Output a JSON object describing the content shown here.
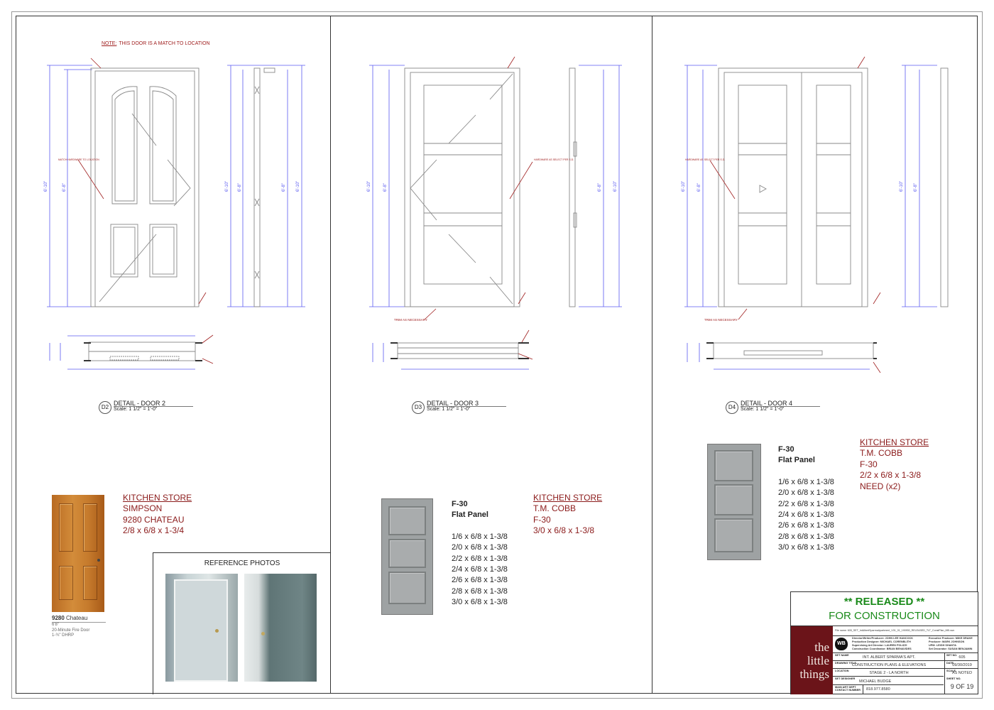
{
  "sheet": {
    "note_label": "NOTE:",
    "note_text": "THIS DOOR IS A MATCH TO LOCATION"
  },
  "details": [
    {
      "id": "D2",
      "title": "DETAIL - DOOR 2",
      "scale": "Scale: 1 1/2\" = 1'-0\"",
      "dim_overall": "6'-10\"",
      "dim_door": "6'-8\"",
      "callout": "MATCH HARDWARE TO LOCATION"
    },
    {
      "id": "D3",
      "title": "DETAIL - DOOR 3",
      "scale": "Scale: 1 1/2\" = 1'-0\"",
      "dim_overall": "6'-10\"",
      "dim_door": "6'-8\"",
      "callout": "HARDWARE AS SELECT PER S.D.",
      "trim_note": "TRIM AS NECESSARY"
    },
    {
      "id": "D4",
      "title": "DETAIL - DOOR 4",
      "scale": "Scale: 1 1/2\" = 1'-0\"",
      "dim_overall": "6'-10\"",
      "dim_door": "6'-8\"",
      "callout": "HARDWARE AS SELECT PER S.D.",
      "trim_note": "TRIM AS NECESSARY"
    }
  ],
  "door2_photo": {
    "model": "9280",
    "name": "Chateau",
    "lines": [
      "6'8\"",
      "20-Minute Fire Door",
      "1-¾\" DHRP"
    ]
  },
  "door2_store": {
    "header": "KITCHEN STORE",
    "lines": [
      "SIMPSON",
      "9280 CHATEAU",
      "2/8 x 6/8 x 1-3/4"
    ]
  },
  "reference_photos": {
    "title": "REFERENCE PHOTOS"
  },
  "door3_spec": {
    "model": "F-30",
    "type": "Flat Panel",
    "sizes": [
      "1/6 x 6/8 x 1-3/8",
      "2/0 x 6/8 x 1-3/8",
      "2/2 x 6/8 x 1-3/8",
      "2/4 x 6/8 x 1-3/8",
      "2/6 x 6/8 x 1-3/8",
      "2/8 x 6/8 x 1-3/8",
      "3/0 x 6/8 x 1-3/8"
    ]
  },
  "door3_store": {
    "header": "KITCHEN STORE",
    "lines": [
      "T.M. COBB",
      "F-30",
      "3/0 x 6/8 x 1-3/8"
    ]
  },
  "door4_spec": {
    "model": "F-30",
    "type": "Flat Panel",
    "sizes": [
      "1/6 x 6/8 x 1-3/8",
      "2/0 x 6/8 x 1-3/8",
      "2/2 x 6/8 x 1-3/8",
      "2/4 x 6/8 x 1-3/8",
      "2/6 x 6/8 x 1-3/8",
      "2/8 x 6/8 x 1-3/8",
      "3/0 x 6/8 x 1-3/8"
    ]
  },
  "door4_store": {
    "header": "KITCHEN STORE",
    "lines": [
      "T.M. COBB",
      "F-30",
      "2/2 x 6/8 x 1-3/8",
      "NEED (x2)"
    ]
  },
  "title_block": {
    "status_line1": "**  RELEASED  **",
    "status_line2": "FOR CONSTRUCTION",
    "logo_text": [
      "the",
      "little",
      "things"
    ],
    "studio_logo": "WB",
    "file_name": "File name: 605_SET_IntAlbertSparmaApartment_V01_01_190930_RELEASED_TLT_ConstPlan_MB.vwx",
    "credits_left": [
      "Director/Writer/Producer: JOHN LEE HANCOCK",
      "Production Designer: MICHAEL CORENBLITH",
      "Supervising Art Director: LAUREN POLIZZI",
      "Construction Coordinator: BRIAN BENAVIDES"
    ],
    "credits_right": [
      "Executive Producer: MIKE DRAKE",
      "Producer: MARK JOHNSON",
      "UPM: LEIGH SHANTA",
      "Set Decorator: SUSAN BENJAMIN"
    ],
    "set_name_label": "SET NAME",
    "set_name": "INT. ALBERT SPARMA'S APT.",
    "set_no_label": "SET NO.",
    "set_no": "605",
    "drawing_title_label": "DRAWING TITLE",
    "drawing_title": "CONSTRUCTION PLANS & ELEVATIONS",
    "date_label": "DATE",
    "date": "09/30/2019",
    "location_label": "LOCATION",
    "location": "STAGE 2 - LA NORTH",
    "scale_label": "SCALE",
    "scale": "AS NOTED",
    "designer_label": "SET DESIGNER",
    "designer": "MICHAEL BUDGE",
    "sheet_no_label": "SHEET NO.",
    "sheet_no": "9 OF 19",
    "contact_label": "MAIN ART DEPT CONTACT NUMBER",
    "contact": "818.977.8580"
  },
  "colors": {
    "dimension": "#5a5af0",
    "note": "#a02020",
    "logo_bg": "#6b1419",
    "released": "#1a8a1a"
  }
}
